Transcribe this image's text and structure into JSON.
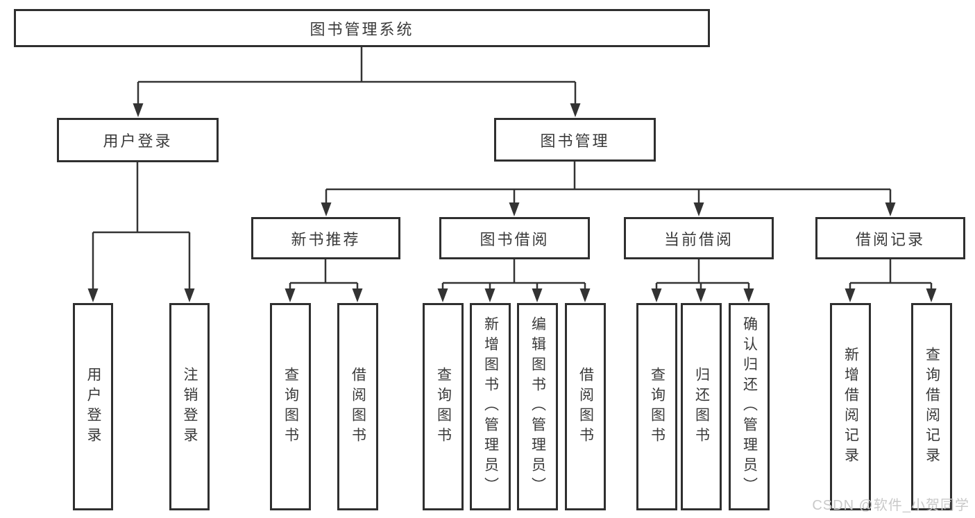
{
  "diagram_title": "图书管理系统",
  "nodes": {
    "root": {
      "label": "图书管理系统"
    },
    "user_login": {
      "label": "用户登录"
    },
    "book_mgmt": {
      "label": "图书管理"
    },
    "new_book_rec": {
      "label": "新书推荐"
    },
    "book_borrow": {
      "label": "图书借阅"
    },
    "current_borrow": {
      "label": "当前借阅"
    },
    "borrow_record": {
      "label": "借阅记录"
    },
    "login": {
      "label": "用户登录"
    },
    "logout": {
      "label": "注销登录"
    },
    "rec_search": {
      "label": "查询图书"
    },
    "rec_borrow": {
      "label": "借阅图书"
    },
    "bb_search": {
      "label": "查询图书"
    },
    "bb_add": {
      "label": "新增图书（管理员）"
    },
    "bb_edit": {
      "label": "编辑图书（管理员）"
    },
    "bb_borrow": {
      "label": "借阅图书"
    },
    "cb_search": {
      "label": "查询图书"
    },
    "cb_return": {
      "label": "归还图书"
    },
    "cb_confirm": {
      "label": "确认归还（管理员）"
    },
    "br_add": {
      "label": "新增借阅记录"
    },
    "br_search": {
      "label": "查询借阅记录"
    }
  },
  "hierarchy": {
    "图书管理系统": {
      "用户登录": [
        "用户登录",
        "注销登录"
      ],
      "图书管理": {
        "新书推荐": [
          "查询图书",
          "借阅图书"
        ],
        "图书借阅": [
          "查询图书",
          "新增图书（管理员）",
          "编辑图书（管理员）",
          "借阅图书"
        ],
        "当前借阅": [
          "查询图书",
          "归还图书",
          "确认归还（管理员）"
        ],
        "借阅记录": [
          "新增借阅记录",
          "查询借阅记录"
        ]
      }
    }
  },
  "watermark": {
    "text": "CSDN @软件_小贺同学"
  },
  "colors": {
    "line": "#333333",
    "box_border": "#2f2f2f",
    "text": "#3a3a3a",
    "watermark": "#c9c9c9",
    "background": "#ffffff"
  }
}
